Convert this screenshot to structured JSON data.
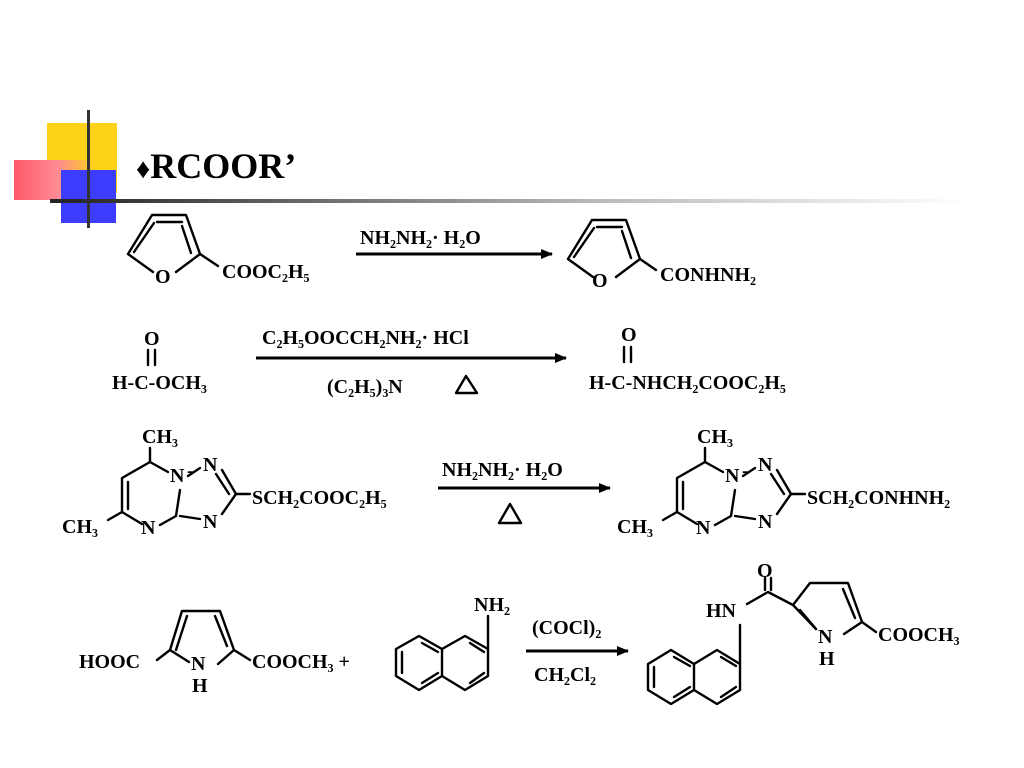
{
  "slide": {
    "title_bullet": "♦",
    "title": "RCOOR’"
  },
  "reactions": [
    {
      "reactant": "COOC₂H₅",
      "reactant_atom": "O",
      "reagent": "NH₂NH₂· H₂O",
      "product": "CONHNH₂",
      "product_atom": "O"
    },
    {
      "reactant_top": "O",
      "reactant": "H-C-OCH₃",
      "reagent_top": "C₂H₅OOCCH₂NH₂· HCl",
      "reagent_bottom": "(C₂H₅)₃N",
      "product_top": "O",
      "product": "H-C-NHCH₂COOC₂H₅"
    },
    {
      "reactant_methyl_top": "CH₃",
      "reactant_methyl_left": "CH₃",
      "reactant_substituent": "SCH₂COOC₂H₅",
      "ring_atom_n": "N",
      "reagent": "NH₂NH₂· H₂O",
      "product_methyl_top": "CH₃",
      "product_methyl_left": "CH₃",
      "product_substituent": "SCH₂CONHNH₂"
    },
    {
      "reactant_left": "HOOC",
      "reactant_right": "COOCH₃ +",
      "pyrrole_n": "N",
      "pyrrole_h": "H",
      "amine_label": "NH₂",
      "reagent_top": "(COCl)₂",
      "reagent_bottom": "CH₂Cl₂",
      "product_amide_o": "O",
      "product_amide_nh": "HN",
      "product_ester": "COOCH₃",
      "product_pyrrole_n": "N",
      "product_pyrrole_h": "H"
    }
  ],
  "heat_symbol_color": "#000000",
  "accent_colors": {
    "yellow": "#ffd21a",
    "red": "#ff5a6a",
    "blue": "#3d3dff"
  }
}
